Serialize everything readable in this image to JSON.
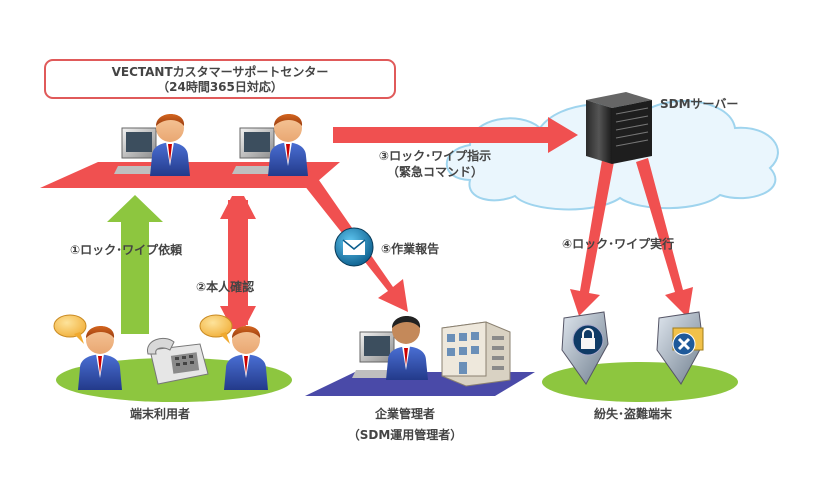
{
  "support_center": {
    "name": "VECTANTカスタマーサポートセンター",
    "hours": "（24時間365日対応）"
  },
  "server": {
    "label": "SDMサーバー"
  },
  "steps": {
    "step1": "①ロック･ワイプ依頼",
    "step2": "②本人確認",
    "step3_line1": "③ロック･ワイプ指示",
    "step3_line2": "（緊急コマンド）",
    "step4": "④ロック･ワイプ実行",
    "step5": "⑤作業報告"
  },
  "actors": {
    "end_user": "端末利用者",
    "admin_line1": "企業管理者",
    "admin_line2": "（SDM運用管理者）",
    "devices": "紛失･盗難端末"
  },
  "colors": {
    "arrow_red": "#f05050",
    "arrow_green": "#8dc63f",
    "platform_red": "#f05050",
    "platform_green": "#8dc63f",
    "platform_blue": "#4a4aa8",
    "cloud_fill": "#eaf6fd",
    "cloud_stroke": "#9fd4ee",
    "box_border": "#e05a5a"
  },
  "icons": [
    "person-icon",
    "computer-icon",
    "telephone-icon",
    "speech-bubble-icon",
    "mail-icon",
    "building-icon",
    "server-icon",
    "lock-icon",
    "wipe-icon",
    "cloud-icon"
  ]
}
